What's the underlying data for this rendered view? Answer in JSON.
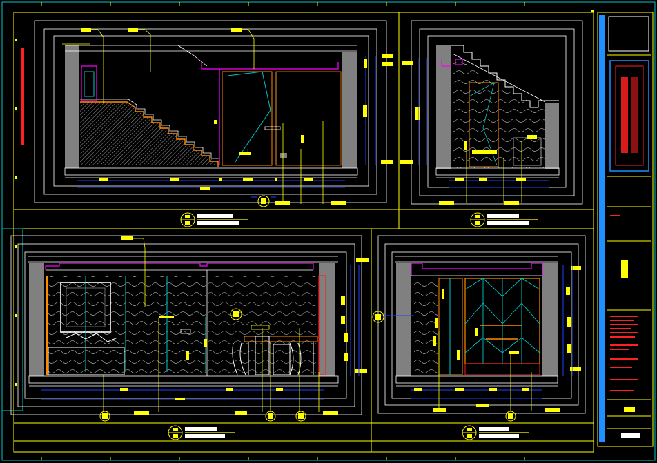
{
  "app": {
    "type": "CAD elevation drawing sheet",
    "background": "#000000",
    "colors": {
      "frame": "#ffff00",
      "title_block_accent": "#1e90ff",
      "cyan": "#00c8c8",
      "magenta": "#ff00ff",
      "white": "#ffffff",
      "red": "#ff2020",
      "orange": "#ff8c00",
      "blue": "#2040ff",
      "grey": "#808080"
    }
  },
  "title_block": {
    "project_title": "",
    "drawing_title": "",
    "sheet_number": ""
  },
  "views": [
    {
      "id": "view-a",
      "label": "",
      "scale_label": ""
    },
    {
      "id": "view-b",
      "label": "",
      "scale_label": ""
    },
    {
      "id": "view-c",
      "label": "",
      "scale_label": ""
    },
    {
      "id": "view-d",
      "label": "",
      "scale_label": ""
    }
  ],
  "icons": {
    "section_marker": "section-callout-icon",
    "elevation_marker": "elevation-marker-icon",
    "leader_tag": "material-tag-icon"
  }
}
